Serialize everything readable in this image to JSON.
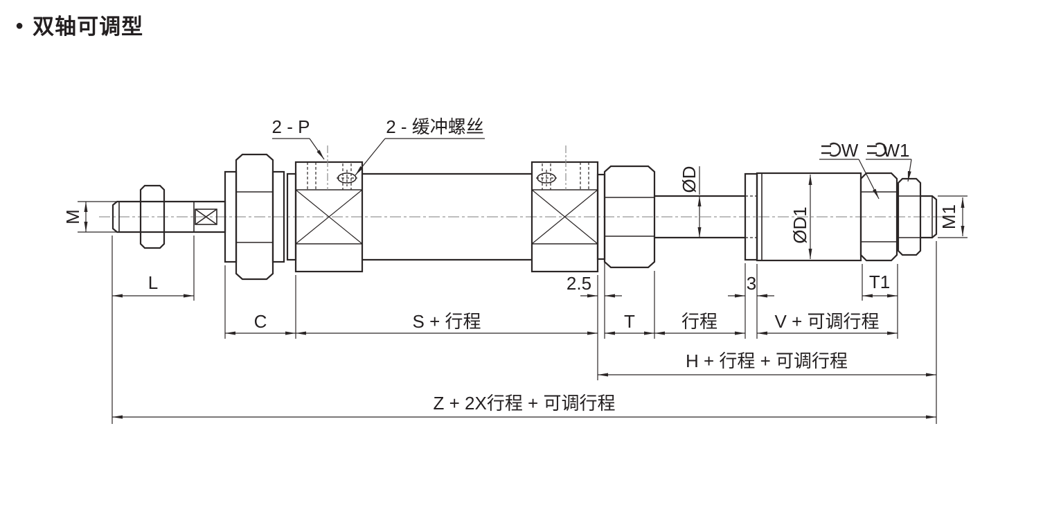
{
  "title": {
    "bullet": "●",
    "text": "双轴可调型"
  },
  "callouts": {
    "ports": "2 - P",
    "cushion_screws": "2 - 缓冲螺丝"
  },
  "wrench_labels": {
    "w": "W",
    "w1": "W1"
  },
  "dimensions": {
    "m": "M",
    "l": "L",
    "c": "C",
    "s_plus_stroke": "S + 行程",
    "ring_width": "2.5",
    "t": "T",
    "stroke": "行程",
    "step_width": "3",
    "rod_dia": "ØD",
    "body_dia": "ØD1",
    "t1": "T1",
    "v_plus_adj": "V + 可调行程",
    "m1": "M1",
    "h_total": "H + 行程 + 可调行程",
    "z_total": "Z + 2X行程 + 可调行程"
  },
  "colors": {
    "line": "#2b2626",
    "centerline": "#a8a8a8",
    "text": "#231f20",
    "background": "#ffffff"
  }
}
